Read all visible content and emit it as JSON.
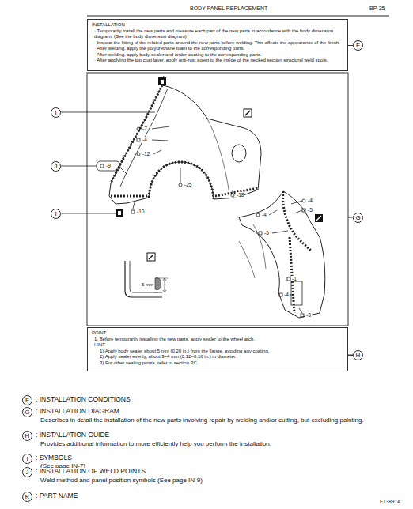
{
  "diagram": {
    "title": "BODY PANEL REPLACEMENT",
    "caption": "F13891A",
    "nodes": [
      {
        "text": [
          "INSTALLATION",
          "· Temporarily install the new parts and measure each part of the new parts in accordance with the body dimension diagram. (See the body dimension diagram)",
          "· Inspect the fitting of the related parts around the new parts before welding. This affects the appearance of the finish.",
          "· After welding, apply the polyurethane foam to the corresponding parts.",
          "· After welding, apply body sealer and under-coating to the corresponding parts.",
          "· After applying the top coat layer, apply anti-rust agent to the inside of the necked section structural weld spots."
        ]
      },
      {
        "text": [
          "F"
        ]
      },
      {
        "text": [
          "I"
        ]
      },
      {
        "text": [
          "J"
        ]
      },
      {
        "text": [
          "I"
        ]
      },
      {
        "text": [
          "G"
        ]
      },
      {
        "text": [
          "POINT",
          "1. Before temporarily installing the new parts, apply sealer to the wheel arch.",
          "HINT",
          "1) Apply body sealer about 5 mm (0.20 in.) from the flange, avoiding any coating.",
          "2) Apply sealer evenly, about 3~4 mm (0.12~0.16 in.) in diameter",
          "3) For other sealing points, refer to section PC."
        ]
      },
      {
        "text": [
          "H"
        ]
      },
      {
        "text": [
          "F"
        ]
      },
      {
        "text": [
          "G"
        ]
      },
      {
        "text": [
          "H"
        ]
      },
      {
        "text": [
          "I"
        ]
      },
      {
        "text": [
          "J"
        ]
      },
      {
        "text": [
          "K"
        ]
      }
    ],
    "edges": [
      {
        "from": 0,
        "to": 1,
        "arrow": "none"
      },
      {
        "from": 6,
        "to": 7,
        "arrow": "none"
      }
    ],
    "labels": [
      "BP-35",
      "-7",
      "-4",
      "-12",
      "-9",
      "-25",
      "-10",
      "-18",
      "-4",
      "-5",
      "-4",
      "-5",
      "-1",
      "-4",
      "-3",
      "5 mm",
      ": INSTALLATION CONDITIONS",
      ": INSTALLATION DIAGRAM",
      "Describes in detail the installation of the new parts involving repair by welding and/or cutting, but excluding painting.",
      ": INSTALLATION GUIDE",
      "Provides additional information to more efficiently help you perform the installation.",
      ": SYMBOLS",
      "(See page IN-7)",
      ": INSTALLATION OF WELD POINTS",
      "Weld method and panel position symbols (See page IN-9)",
      ": PART NAME"
    ]
  }
}
